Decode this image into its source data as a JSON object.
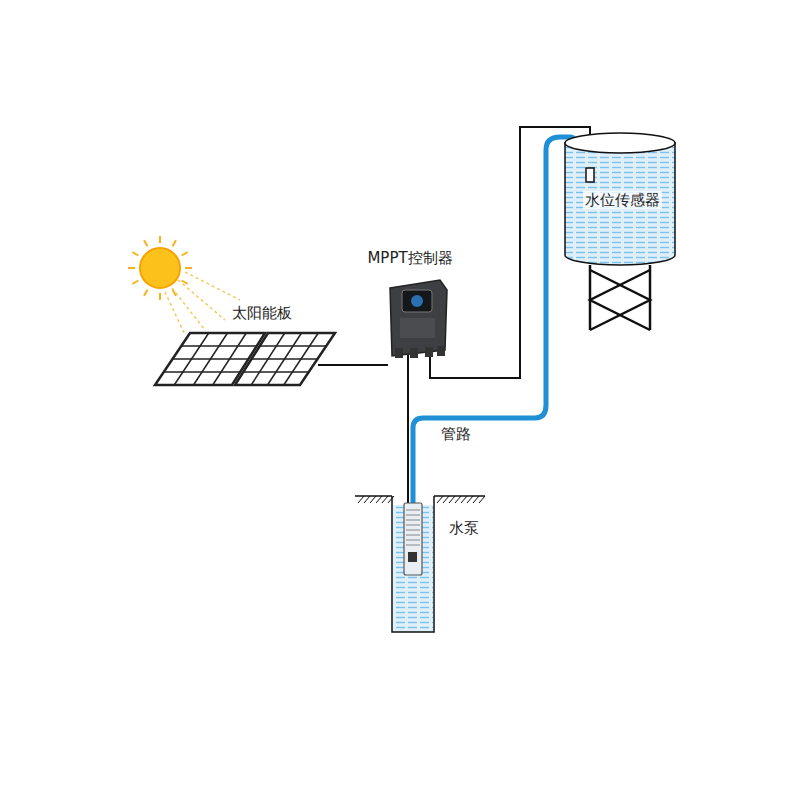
{
  "diagram": {
    "labels": [
      "太阳能板",
      "MPPT控制器",
      "水位传感器",
      "管路",
      "水泵"
    ]
  }
}
